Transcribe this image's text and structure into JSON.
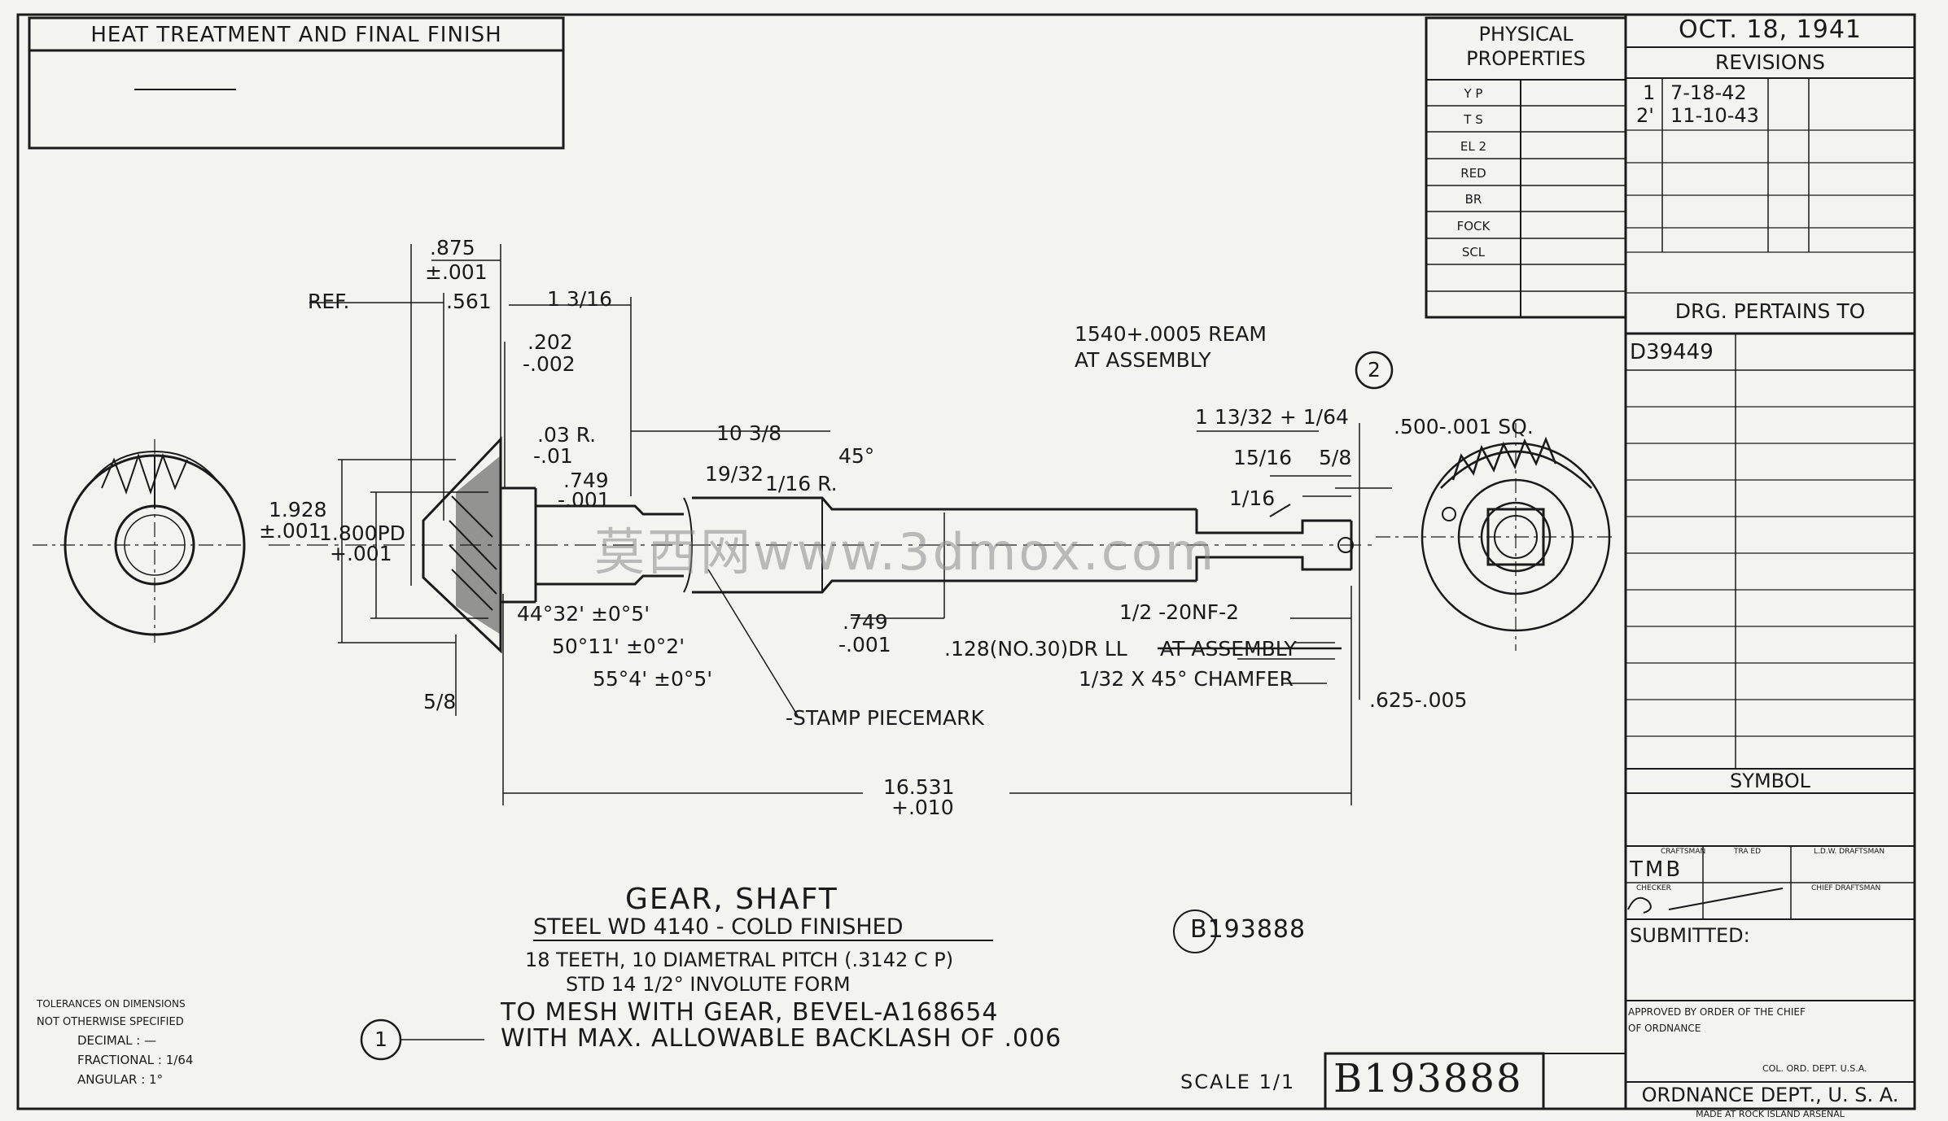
{
  "header": {
    "heat_treatment_title": "HEAT TREATMENT AND FINAL FINISH"
  },
  "physical_properties": {
    "title_line1": "PHYSICAL",
    "title_line2": "PROPERTIES",
    "rows": [
      "Y P",
      "T S",
      "EL 2",
      "RED",
      "BR",
      "FOCK",
      "SCL"
    ]
  },
  "revisions": {
    "date": "OCT. 18, 1941",
    "title": "REVISIONS",
    "entries": [
      {
        "no": "1",
        "date": "7-18-42"
      },
      {
        "no": "2'",
        "date": "11-10-43"
      }
    ]
  },
  "pertains": {
    "title": "DRG. PERTAINS TO",
    "value": "D39449"
  },
  "symbol_label": "SYMBOL",
  "signatures": {
    "craftsman_label": "CRAFTSMAN",
    "tracer_label": "TRA ED",
    "ldw_draftsman_label": "L.D.W. DRAFTSMAN",
    "tmb": "TMB",
    "checker_label": "CHECKER",
    "chief_draftsman_label": "CHIEF DRAFTSMAN",
    "submitted": "SUBMITTED:",
    "approved_line1": "APPROVED BY ORDER OF THE CHIEF",
    "approved_line2": "OF ORDNANCE",
    "colonel": "COL. ORD. DEPT. U.S.A.",
    "dept": "ORDNANCE DEPT., U. S. A.",
    "made_at": "MADE AT ROCK ISLAND ARSENAL"
  },
  "dimensions": {
    "d875": ".875",
    "d875_tol": "±.001",
    "ref": "REF.",
    "d561": ".561",
    "d1_3_16": "1 3/16",
    "d202": ".202",
    "d202_tol": "-.002",
    "d03r": ".03 R.",
    "d03r_tol": "-.01",
    "d10_3_8": "10 3/8",
    "d45": "45°",
    "d749a": ".749",
    "d749a_tol": "-.001",
    "d19_32": "19/32",
    "d1_16r": "1/16 R.",
    "d1928": "1.928",
    "d1928_tol": "±.001",
    "d1800": "1.800PD",
    "d1800_tol": "+.001",
    "ang1": "44°32' ±0°5'",
    "ang2": "50°11' ±0°2'",
    "ang3": "55°4' ±0°5'",
    "d5_8": "5/8",
    "d749b": ".749",
    "d749b_tol": "-.001",
    "stamp": "-STAMP PIECEMARK",
    "d16531": "16.531",
    "d16531_tol": "+.010",
    "ream1": "1540+.0005 REAM",
    "ream2": "AT ASSEMBLY",
    "circ2": "2",
    "d1_13_32": "1 13/32 + 1/64",
    "d15_16": "15/16",
    "d5_8b": "5/8",
    "d1_16b": "1/16",
    "d500": ".500-.001 SQ.",
    "thread": "1/2 -20NF-2",
    "drill": ".128(NO.30)DR LL",
    "drill_strike": "AT ASSEMBLY",
    "chamfer": "1/32 X 45° CHAMFER",
    "d625": ".625-.005"
  },
  "title_block": {
    "part_name": "GEAR, SHAFT",
    "material": "STEEL WD 4140 - COLD FINISHED",
    "spec1": "18 TEETH, 10 DIAMETRAL PITCH (.3142 C P)",
    "spec2": "STD 14 1/2° INVOLUTE FORM",
    "spec3": "TO MESH WITH GEAR, BEVEL-A168654",
    "spec4": "WITH MAX. ALLOWABLE BACKLASH OF .006",
    "ref_number": "B193888",
    "circ1": "1",
    "scale_label": "SCALE 1/1",
    "drawing_number": "B193888"
  },
  "tolerances": {
    "line1": "TOLERANCES ON DIMENSIONS",
    "line2": "NOT OTHERWISE SPECIFIED",
    "decimal": "DECIMAL : —",
    "fractional": "FRACTIONAL : 1/64",
    "angular": "ANGULAR : 1°"
  },
  "watermark": "莫西网www.3dmox.com"
}
